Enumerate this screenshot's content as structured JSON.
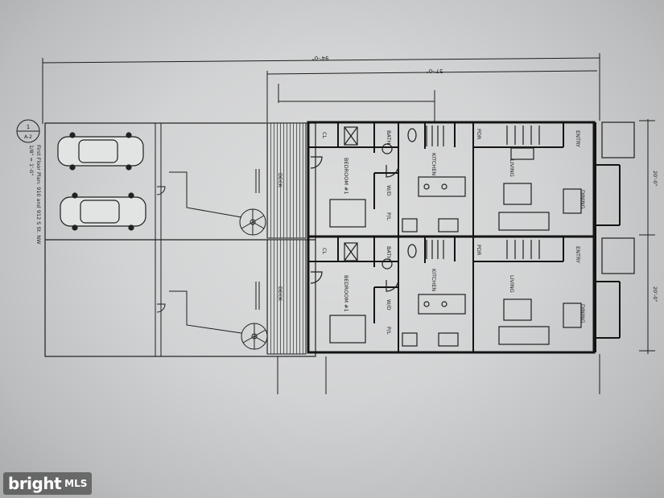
{
  "plan": {
    "title_line1": "First Floor Plan: 910 and 912 S St. NW",
    "title_line2": "1/8\" = 1'-0\"",
    "ref_top": "1",
    "ref_bottom": "A-2",
    "dim_overall": "94'-0\"",
    "dim_building": "57'-0\"",
    "dim_width_a": "20'-0\"",
    "dim_width_b": "20'-0\""
  },
  "unit_a": {
    "deck": "DECK",
    "bedroom": "BEDROOM #1",
    "closet": "CL",
    "bath": "BATH",
    "wd": "W/D",
    "pantry": "P/L",
    "kitchen": "KITCHEN",
    "powder": "PDR",
    "living": "LIVING",
    "dining": "DINING",
    "entry": "ENTRY"
  },
  "unit_b": {
    "deck": "DECK",
    "bedroom": "BEDROOM #1",
    "closet": "CL",
    "bath": "BATH",
    "wd": "W/D",
    "pantry": "P/L",
    "kitchen": "KITCHEN",
    "powder": "PDR",
    "living": "LIVING",
    "dining": "DINING",
    "entry": "ENTRY"
  },
  "watermark": {
    "brand": "bright",
    "suffix": "MLS"
  }
}
